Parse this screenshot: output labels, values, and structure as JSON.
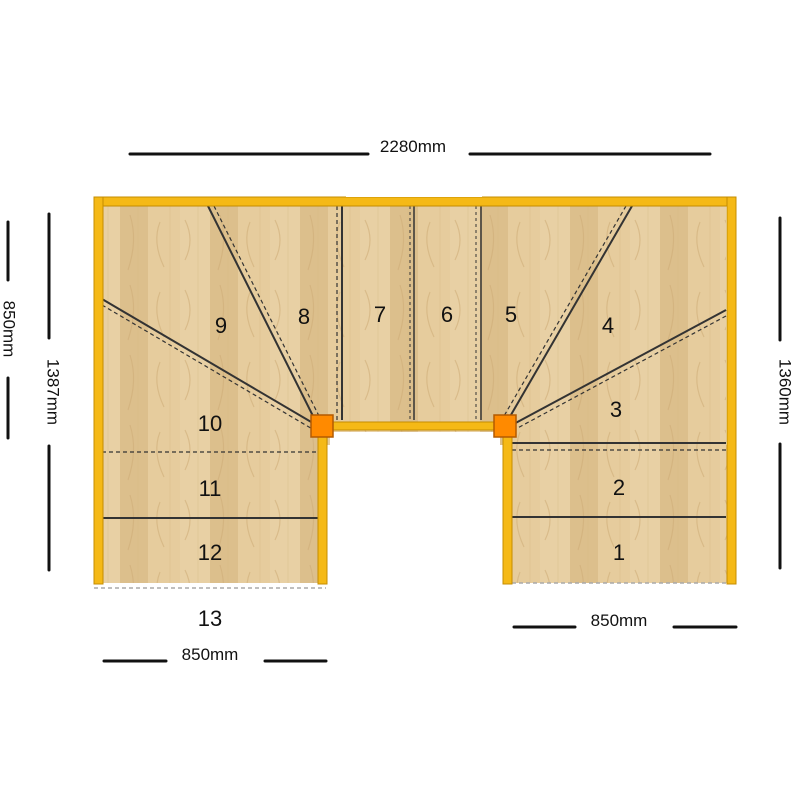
{
  "dimensions": {
    "total_width": "2280mm",
    "left_height_outer": "850mm",
    "left_height_inner": "1387mm",
    "right_height": "1360mm",
    "left_flight_width": "850mm",
    "right_flight_width": "850mm"
  },
  "steps": [
    "1",
    "2",
    "3",
    "4",
    "5",
    "6",
    "7",
    "8",
    "9",
    "10",
    "11",
    "12",
    "13"
  ],
  "colors": {
    "stringer": "#f5b916",
    "stringer_edge": "#c58d00",
    "newel": "#ff8a00",
    "newel_edge": "#b35a00",
    "wood_light": "#ead3a8",
    "wood_dark": "#d2b078",
    "line": "#333333"
  }
}
